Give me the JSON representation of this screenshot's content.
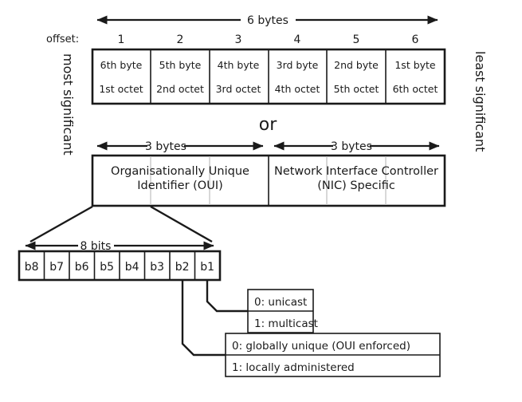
{
  "diagram": {
    "title": "MAC address byte and bit layout",
    "top_arrow_label": "6 bytes",
    "offset_label": "offset:",
    "offsets": [
      "1",
      "2",
      "3",
      "4",
      "5",
      "6"
    ],
    "byte_cells": [
      {
        "byte": "6th byte",
        "octet": "1st octet"
      },
      {
        "byte": "5th byte",
        "octet": "2nd octet"
      },
      {
        "byte": "4th byte",
        "octet": "3rd octet"
      },
      {
        "byte": "3rd byte",
        "octet": "4th octet"
      },
      {
        "byte": "2nd byte",
        "octet": "5th octet"
      },
      {
        "byte": "1st byte",
        "octet": "6th octet"
      }
    ],
    "left_side_label": "most significant",
    "right_side_label": "least significant",
    "or_label": "or",
    "split_arrow_left_label": "3 bytes",
    "split_arrow_right_label": "3 bytes",
    "oui_label_line1": "Organisationally Unique",
    "oui_label_line2": "Identifier (OUI)",
    "nic_label_line1": "Network Interface Controller",
    "nic_label_line2": "(NIC) Specific",
    "bits_arrow_label": "8 bits",
    "bits": [
      "b8",
      "b7",
      "b6",
      "b5",
      "b4",
      "b3",
      "b2",
      "b1"
    ],
    "callout_b1": {
      "line1": "0: unicast",
      "line2": "1: multicast"
    },
    "callout_b2": {
      "line1": "0: globally unique (OUI enforced)",
      "line2": "1: locally administered"
    },
    "colors": {
      "ink": "#1a1a1a",
      "background": "#ffffff",
      "light_divider": "#c8c8c8"
    }
  }
}
